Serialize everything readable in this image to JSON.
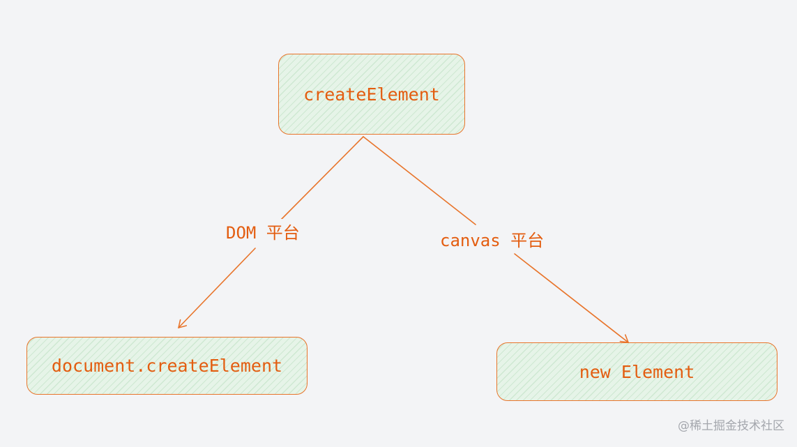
{
  "diagram": {
    "nodes": {
      "root": {
        "label": "createElement"
      },
      "dom": {
        "label": "document.createElement"
      },
      "canvas": {
        "label": "new Element"
      }
    },
    "edges": [
      {
        "from": "root",
        "to": "dom",
        "label": "DOM 平台"
      },
      {
        "from": "root",
        "to": "canvas",
        "label": "canvas 平台"
      }
    ],
    "colors": {
      "stroke": "#e8742a",
      "text": "#e35d10",
      "fill": "#e6f4e8",
      "background": "#f3f4f6"
    }
  },
  "watermark": "@稀土掘金技术社区"
}
